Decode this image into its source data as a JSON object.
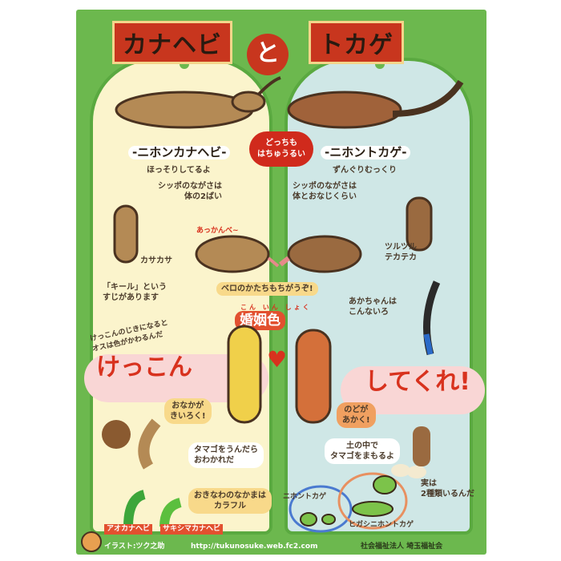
{
  "header": {
    "left_title": "カナヘビ",
    "connector": "と",
    "right_title": "トカゲ"
  },
  "center_badge": "どっちも\nはちゅうるい",
  "left": {
    "name": "-ニホンカナヘビ-",
    "subtitle": "ほっそりしてるよ",
    "tail": "シッポのながさは\n体の2ばい",
    "texture": "カサカサ",
    "keel": "「キール」という\nすじがあります",
    "marriage_note": "けっこんのじきになると\nオスは色がかわるんだ",
    "belly": "おなかが\nきいろく!",
    "eggs": "タマゴをうんだら\nおわかれだ",
    "okinawa": "おきなわのなかまは\nカラフル",
    "species1": "アオカナヘビ",
    "species2": "サキシマカナヘビ"
  },
  "right": {
    "name": "-ニホントカゲ-",
    "subtitle": "ずんぐりむっくり",
    "tail": "シッポのながさは\n体とおなじくらい",
    "texture": "ツルツル\nテカテカ",
    "baby": "あかちゃんは\nこんないろ",
    "throat": "のどが\nあかく!",
    "eggs": "土の中で\nタマゴをまもるよ",
    "two_kinds": "実は\n2種類いるんだ",
    "species1": "ニホントカゲ",
    "species2": "ヒガシニホントカゲ"
  },
  "center": {
    "tongue_sound": "あっかんべ~",
    "tongue_note": "ベロのかたちもちがうぞ!",
    "ruby": "こん いん しょく",
    "nuptial": "婚姻色",
    "marry_left": "けっこん",
    "marry_right": "してくれ!"
  },
  "footer": {
    "credit": "イラスト:ツク之助",
    "url": "http://tukunosuke.web.fc2.com",
    "org": "社会福祉法人 埼玉福祉会"
  },
  "colors": {
    "background": "#6cb84e",
    "left_panel": "#fbf4cc",
    "right_panel": "#cfe7e6",
    "accent_red": "#d8321e"
  }
}
